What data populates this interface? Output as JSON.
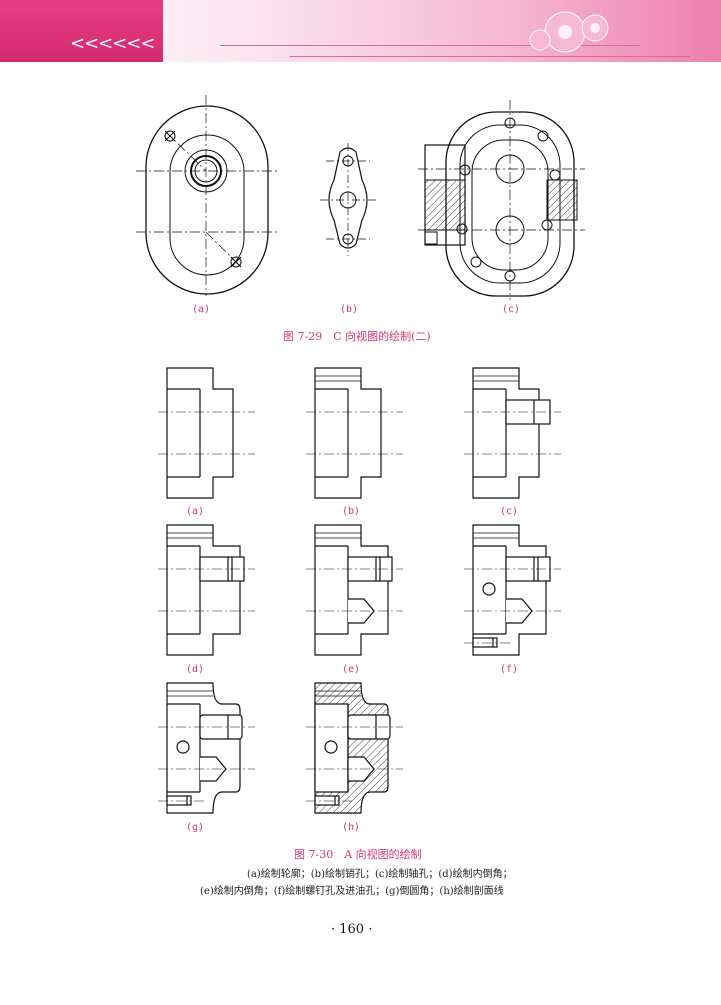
{
  "header": {
    "chevrons": "<<<<<<"
  },
  "figure_7_29": {
    "caption": "图 7-29　C 向视图的绘制(二)",
    "labels": [
      "(a)",
      "(b)",
      "(c)"
    ]
  },
  "figure_7_30": {
    "caption": "图 7-30　A 向视图的绘制",
    "labels": [
      "(a)",
      "(b)",
      "(c)",
      "(d)",
      "(e)",
      "(f)",
      "(g)",
      "(h)"
    ],
    "notes": [
      "(a)绘制轮廓；(b)绘制销孔；(c)绘制轴孔；(d)绘制内倒角；",
      "(e)绘制内倒角；(f)绘制螺钉孔及进油孔；(g)倒圆角；(h)绘制剖面线"
    ]
  },
  "page_number": "· 160 ·"
}
